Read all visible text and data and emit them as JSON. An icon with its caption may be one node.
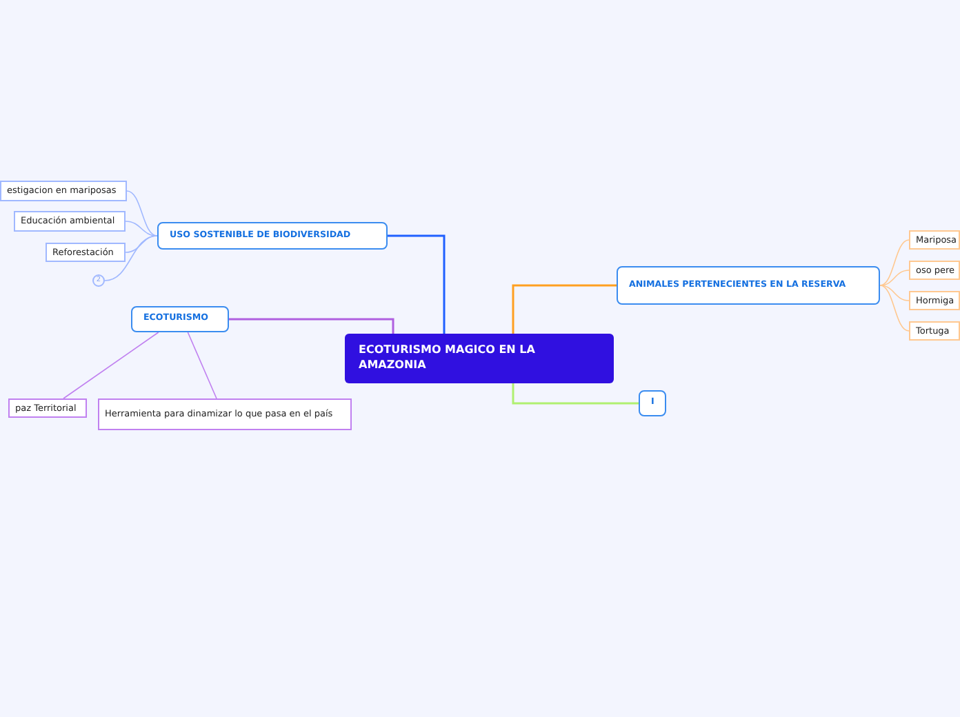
{
  "diagram": {
    "nodes": [
      {
        "text": [
          "ECOTURISMO MAGICO EN LA AMAZONIA"
        ]
      },
      {
        "text": [
          "USO SOSTENIBLE DE BIODIVERSIDAD"
        ]
      },
      {
        "text": [
          "estigacion en mariposas"
        ]
      },
      {
        "text": [
          "Educación ambiental"
        ]
      },
      {
        "text": [
          "Reforestación"
        ]
      },
      {
        "text": [
          "2"
        ]
      },
      {
        "text": [
          "ECOTURISMO"
        ]
      },
      {
        "text": [
          "paz Territorial"
        ]
      },
      {
        "text": [
          "Herramienta para dinamizar lo que pasa en el país"
        ]
      },
      {
        "text": [
          "ANIMALES PERTENECIENTES EN LA RESERVA"
        ]
      },
      {
        "text": [
          "Mariposa"
        ]
      },
      {
        "text": [
          "oso pere"
        ]
      },
      {
        "text": [
          "Hormiga"
        ]
      },
      {
        "text": [
          "Tortuga"
        ]
      },
      {
        "text": [
          "I"
        ]
      }
    ],
    "edges": [
      {
        "from": 0,
        "to": 1,
        "arrow": "none",
        "color": "#2060ff"
      },
      {
        "from": 0,
        "to": 6,
        "arrow": "none",
        "color": "#b060e0"
      },
      {
        "from": 0,
        "to": 9,
        "arrow": "none",
        "color": "#ffa020"
      },
      {
        "from": 0,
        "to": 14,
        "arrow": "none",
        "color": "#b0f070"
      },
      {
        "from": 1,
        "to": 2,
        "arrow": "none",
        "color": "#a0b8ff"
      },
      {
        "from": 1,
        "to": 3,
        "arrow": "none",
        "color": "#a0b8ff"
      },
      {
        "from": 1,
        "to": 4,
        "arrow": "none",
        "color": "#a0b8ff"
      },
      {
        "from": 1,
        "to": 5,
        "arrow": "none",
        "color": "#a0b8ff"
      },
      {
        "from": 6,
        "to": 7,
        "arrow": "none",
        "color": "#c080f0"
      },
      {
        "from": 6,
        "to": 8,
        "arrow": "none",
        "color": "#c080f0"
      },
      {
        "from": 9,
        "to": 10,
        "arrow": "none",
        "color": "#ffc890"
      },
      {
        "from": 9,
        "to": 11,
        "arrow": "none",
        "color": "#ffc890"
      },
      {
        "from": 9,
        "to": 12,
        "arrow": "none",
        "color": "#ffc890"
      },
      {
        "from": 9,
        "to": 13,
        "arrow": "none",
        "color": "#ffc890"
      }
    ]
  }
}
